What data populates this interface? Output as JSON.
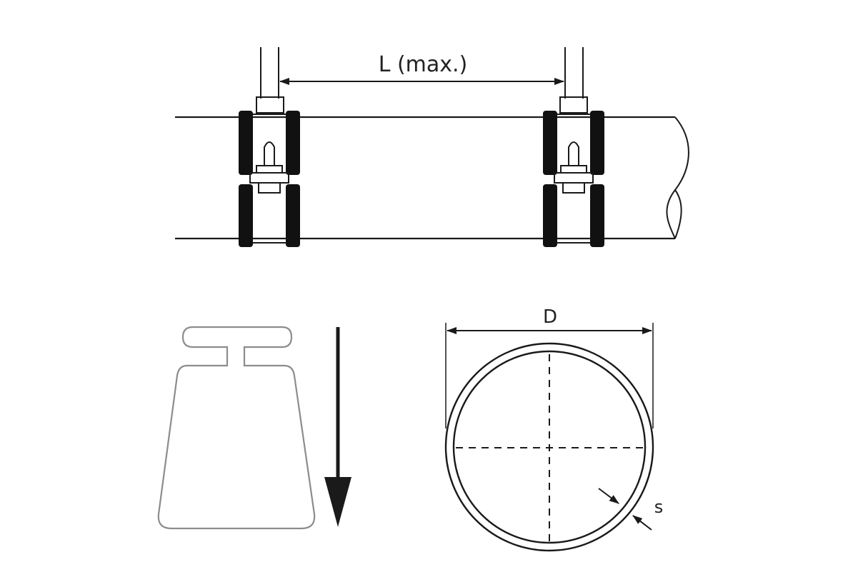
{
  "labels": {
    "spacing": "L (max.)",
    "diameter": "D",
    "wall_thickness": "s"
  },
  "colors": {
    "line": "#1a1a1a",
    "weight_outline": "#8c8c8c",
    "background": "#ffffff"
  },
  "icons": {
    "weight": "load-weight-icon",
    "arrow": "down-arrow-icon"
  }
}
